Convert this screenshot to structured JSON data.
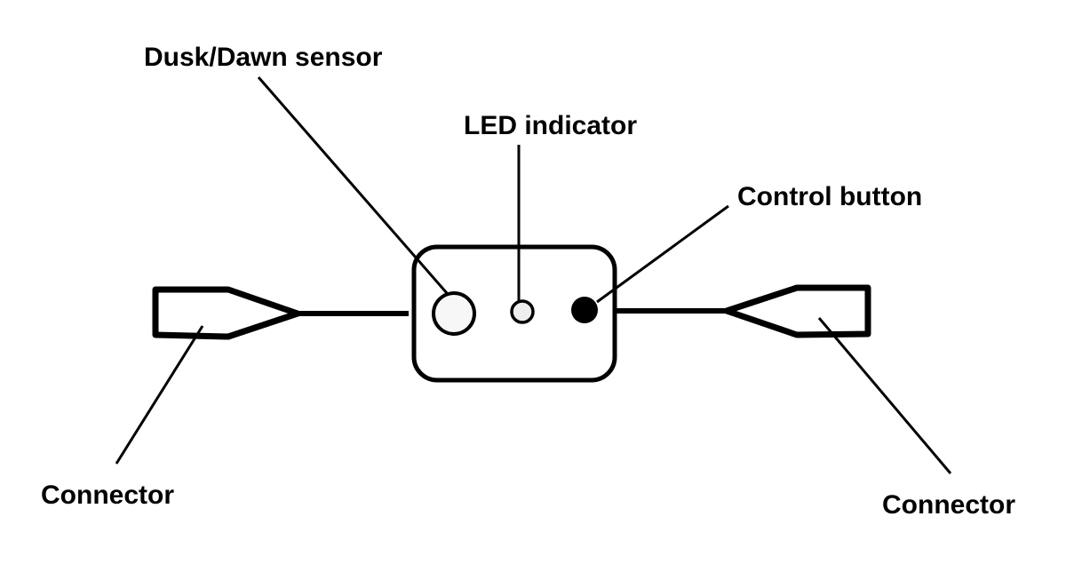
{
  "diagram": {
    "labels": {
      "dusk_dawn_sensor": "Dusk/Dawn sensor",
      "led_indicator": "LED indicator",
      "control_button": "Control button",
      "connector_left": "Connector",
      "connector_right": "Connector"
    },
    "colors": {
      "stroke": "#000000",
      "background": "#ffffff",
      "sensor_fill": "#f7f7f7",
      "led_fill": "#eeeeee",
      "button_fill": "#000000"
    }
  }
}
